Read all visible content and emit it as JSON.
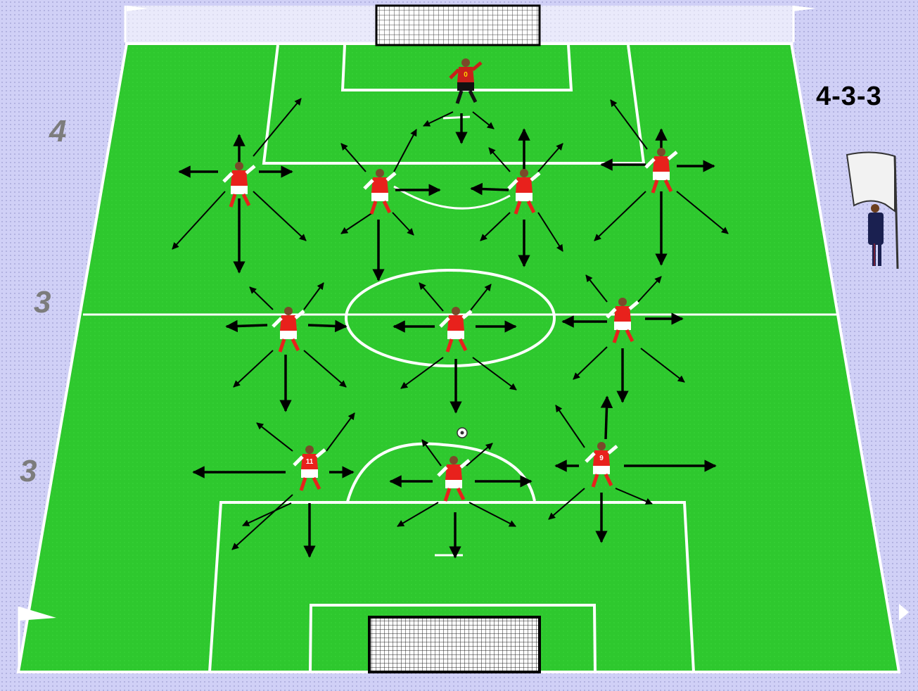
{
  "formation": {
    "title": "4-3-3",
    "row_labels": [
      "4",
      "3",
      "3"
    ]
  },
  "colors": {
    "background": "#d0d0f6",
    "pitch": "#2ec82e",
    "lines": "#ffffff",
    "kit_shirt": "#e8211c",
    "kit_shorts": "#ffffff",
    "goalkeeper_shirt": "#c8201a",
    "goalkeeper_shorts": "#111111",
    "arrows": "#000000",
    "row_label": "#7c7c7c",
    "coach_coat": "#1a2050"
  },
  "players": [
    {
      "role": "defender",
      "number": ""
    },
    {
      "role": "defender",
      "number": ""
    },
    {
      "role": "defender",
      "number": ""
    },
    {
      "role": "defender",
      "number": ""
    },
    {
      "role": "midfielder",
      "number": ""
    },
    {
      "role": "midfielder",
      "number": ""
    },
    {
      "role": "midfielder",
      "number": ""
    },
    {
      "role": "forward",
      "number": "11"
    },
    {
      "role": "forward",
      "number": ""
    },
    {
      "role": "forward",
      "number": "9"
    },
    {
      "role": "goalkeeper",
      "number": "0"
    }
  ],
  "elements": {
    "ball": "soccer-ball-icon",
    "coach": "coach-icon",
    "dugout": "dugout-icon",
    "goal_top": "goal-net-icon",
    "goal_bottom": "goal-net-icon"
  }
}
